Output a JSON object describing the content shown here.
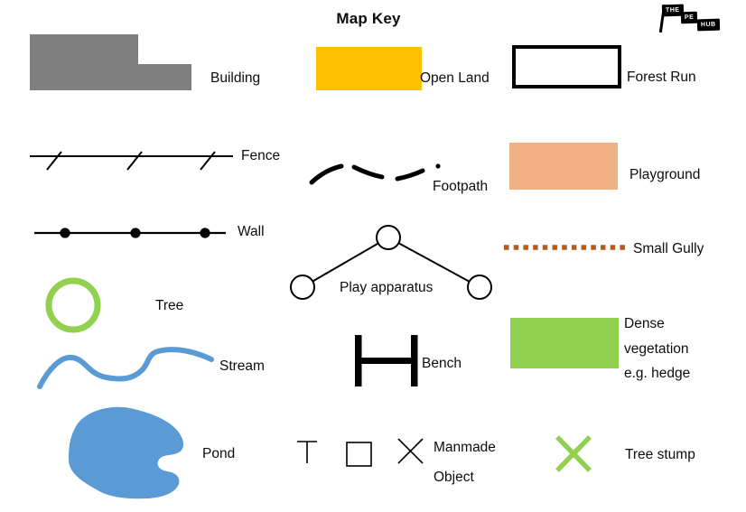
{
  "title": "Map Key",
  "logo": {
    "line1": "THE",
    "line2": "PE",
    "line3": "HUB"
  },
  "colors": {
    "building-gray": "#7f7f7f",
    "open-land-yellow": "#FFC000",
    "playground-peach": "#F2B184",
    "gully-brown": "#B35A1E",
    "vegetation-green": "#92D050",
    "water-blue": "#5B9BD5",
    "ink": "#000000"
  },
  "legend": {
    "building": "Building",
    "open_land": "Open Land",
    "forest_run": "Forest Run",
    "fence": "Fence",
    "footpath": "Footpath",
    "playground": "Playground",
    "wall": "Wall",
    "play_apparatus": "Play apparatus",
    "small_gully": "Small Gully",
    "tree": "Tree",
    "stream": "Stream",
    "dense_vegetation": "Dense vegetation e.g. hedge",
    "bench": "Bench",
    "pond": "Pond",
    "manmade_object": "Manmade Object",
    "tree_stump": "Tree stump"
  }
}
